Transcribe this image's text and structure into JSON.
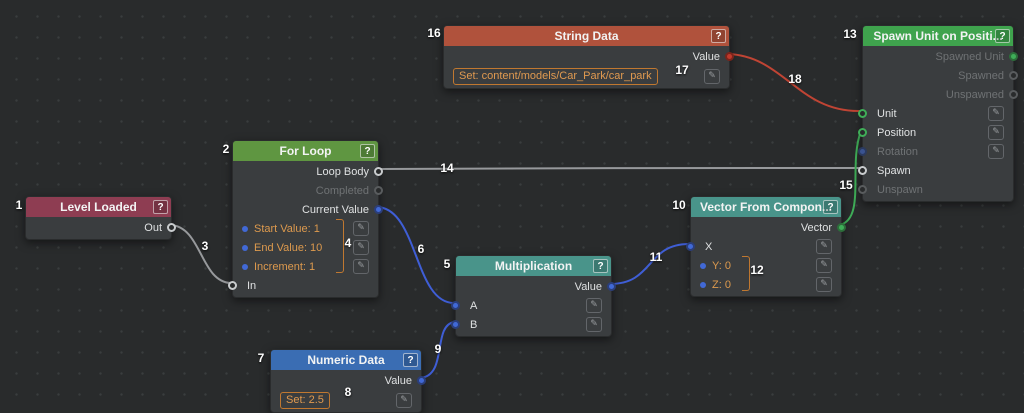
{
  "ui": {
    "help_label": "?",
    "edit_icon": "✎"
  },
  "colors": {
    "background": "#292b2c",
    "node_body": "#3a3d3f",
    "header_level_loaded": "#8e3d52",
    "header_for_loop": "#5f9641",
    "header_numeric_data": "#3a6db3",
    "header_multiplication": "#49948a",
    "header_vector_from_components": "#49948a",
    "header_string_data": "#b0523c",
    "header_spawn_unit": "#3fa34d",
    "wire_exec": "#97999c",
    "wire_number": "#3f5ed6",
    "wire_vector": "#3fae58",
    "wire_string": "#c04434",
    "value_highlight": "#dd9a4e"
  },
  "nodes": {
    "level_loaded": {
      "title": "Level Loaded",
      "rows": [
        "Out"
      ]
    },
    "for_loop": {
      "title": "For Loop",
      "rows": [
        "Loop Body",
        "Completed",
        "Current Value",
        "Start Value: 1",
        "End Value: 10",
        "Increment: 1",
        "In"
      ]
    },
    "numeric_data": {
      "title": "Numeric Data",
      "rows": [
        "Value"
      ],
      "value_chip": "Set: 2.5"
    },
    "multiplication": {
      "title": "Multiplication",
      "rows": [
        "Value",
        "A",
        "B"
      ]
    },
    "vector_from_components": {
      "title": "Vector From Compon...",
      "rows": [
        "Vector",
        "X",
        "Y: 0",
        "Z: 0"
      ]
    },
    "string_data": {
      "title": "String Data",
      "rows": [
        "Value"
      ],
      "value_chip": "Set: content/models/Car_Park/car_park"
    },
    "spawn_unit": {
      "title": "Spawn Unit on Positi...",
      "rows": [
        "Spawned Unit",
        "Spawned",
        "Unspawned",
        "Unit",
        "Position",
        "Rotation",
        "Spawn",
        "Unspawn"
      ]
    }
  },
  "wires": [
    {
      "label": "3",
      "from": "Level Loaded / Out",
      "to": "For Loop / In",
      "type": "exec"
    },
    {
      "label": "6",
      "from": "For Loop / Current Value",
      "to": "Multiplication / A",
      "type": "number"
    },
    {
      "label": "9",
      "from": "Numeric Data / Value",
      "to": "Multiplication / B",
      "type": "number"
    },
    {
      "label": "11",
      "from": "Multiplication / Value",
      "to": "Vector From Components / X",
      "type": "number"
    },
    {
      "label": "14",
      "from": "For Loop / Loop Body",
      "to": "Spawn Unit on Position / Spawn",
      "type": "exec"
    },
    {
      "label": "15",
      "from": "Vector From Components / Vector",
      "to": "Spawn Unit on Position / Position",
      "type": "vector"
    },
    {
      "label": "18",
      "from": "String Data / Value",
      "to": "Spawn Unit on Position / Unit",
      "type": "string"
    }
  ],
  "annotations": {
    "n1": "1",
    "n2": "2",
    "n3": "3",
    "n4": "4",
    "n5": "5",
    "n6": "6",
    "n7": "7",
    "n8": "8",
    "n9": "9",
    "n10": "10",
    "n11": "11",
    "n12": "12",
    "n13": "13",
    "n14": "14",
    "n15": "15",
    "n16": "16",
    "n17": "17",
    "n18": "18"
  }
}
